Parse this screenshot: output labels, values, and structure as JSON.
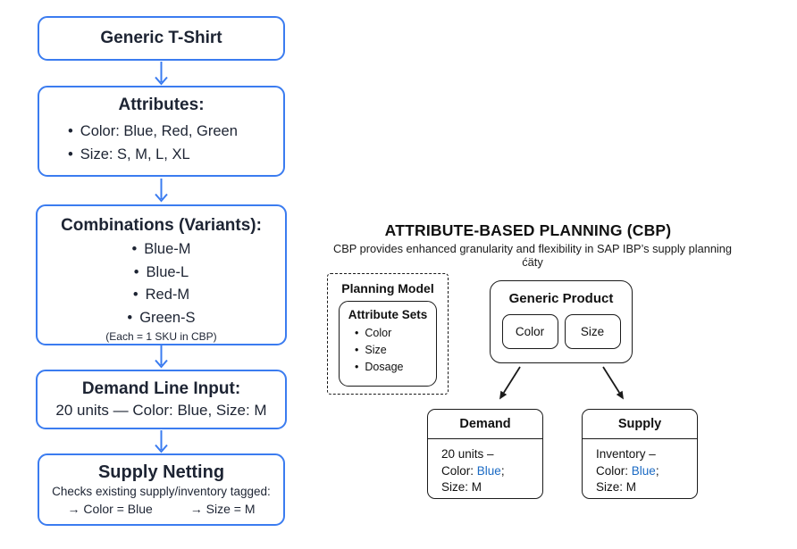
{
  "colors": {
    "flow_accent_blue": "#3b7cf0",
    "flow_text": "#1d2433",
    "diagram_line_black": "#1a1a1a",
    "highlight_blue": "#1a6ac4",
    "background": "#ffffff"
  },
  "flowchart": {
    "generic_tshirt": {
      "title": "Generic T-Shirt"
    },
    "attributes": {
      "title": "Attributes:",
      "bullets": [
        "Color: Blue, Red, Green",
        "Size: S, M, L, XL"
      ]
    },
    "combinations": {
      "title": "Combinations (Variants):",
      "bullets": [
        "Blue-M",
        "Blue-L",
        "Red-M",
        "Green-S"
      ],
      "note": "(Each = 1 SKU in CBP)"
    },
    "demand_line_input": {
      "title": "Demand Line Input:",
      "detail": "20 units — Color: Blue, Size: M"
    },
    "supply_netting": {
      "title": "Supply Netting",
      "detail": "Checks existing supply/inventory tagged:",
      "tags": [
        "→ Color = Blue",
        "→ Size = M"
      ]
    }
  },
  "cbp": {
    "title": "ATTRIBUTE-BASED PLANNING (CBP)",
    "subtitle": "CBP provides enhanced granularity and flexibility in SAP IBP’s supply planning ćäty",
    "planning_model": {
      "title": "Planning Model",
      "attribute_sets": {
        "title": "Attribute Sets",
        "bullets": [
          "Color",
          "Size",
          "Dosage"
        ]
      }
    },
    "generic_product": {
      "title": "Generic Product",
      "chips": [
        "Color",
        "Size"
      ]
    },
    "demand": {
      "title": "Demand",
      "line1": "20 units –",
      "color_label": "Color:",
      "color_value": "Blue",
      "semicolon": ";",
      "size_line": "Size: M"
    },
    "supply": {
      "title": "Supply",
      "line1": "Inventory –",
      "color_label": "Color:",
      "color_value": "Blue",
      "semicolon": ";",
      "size_line": "Size: M"
    }
  }
}
